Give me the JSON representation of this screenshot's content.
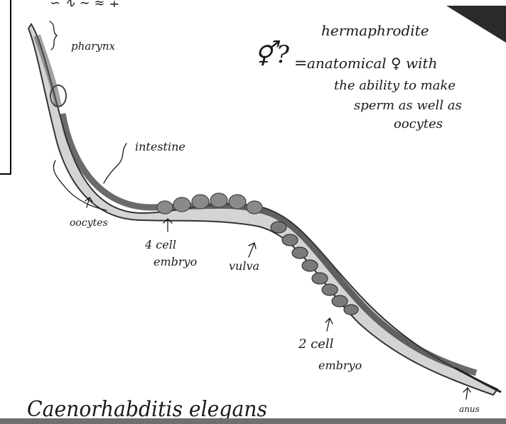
{
  "labels": {
    "pharynx": "pharynx",
    "intestine": "intestine",
    "oocytes": "oocytes",
    "four_cell_line1": "4 cell",
    "four_cell_line2": "embryo",
    "vulva": "vulva",
    "two_cell_line1": "2 cell",
    "two_cell_line2": "embryo",
    "anus": "anus"
  },
  "note": {
    "symbol": "⚥?",
    "eq": "=",
    "line0": "hermaphrodite",
    "line1": "anatomical ♀ with",
    "line2": "the ability to make",
    "line3": "sperm as well as",
    "line4": "oocytes"
  },
  "species_title": "Caenorhabditis elegans",
  "top_cut_text": "∽ ∿ ∼ ≈ ∔",
  "colors": {
    "ink": "#1a1a1a",
    "worm_body": "#cfcfcf",
    "gut": "#3a3a3a",
    "embryo": "#7a7a7a",
    "corner_band": "#2a2a2a"
  }
}
